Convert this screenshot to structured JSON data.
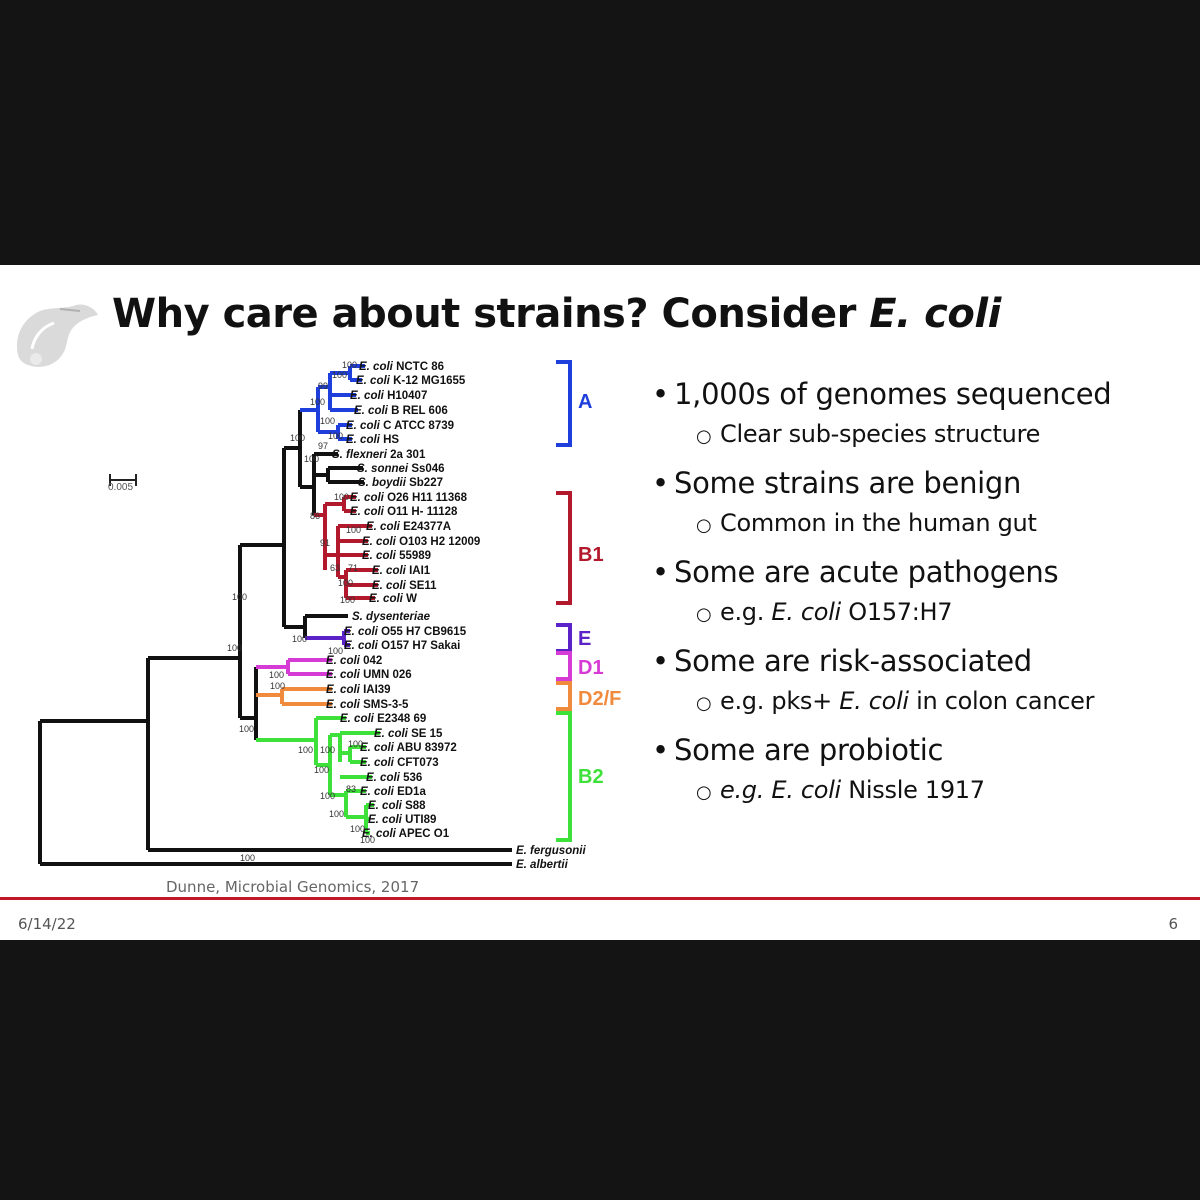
{
  "slide": {
    "title_main": "Why care about strains? Consider ",
    "title_italic": "E. coli",
    "citation": "Dunne, Microbial Genomics, 2017",
    "date": "6/14/22",
    "page_number": "6"
  },
  "bullets": {
    "b1": "1,000s of genomes sequenced",
    "b1_sub": "Clear sub-species structure",
    "b2": "Some strains are benign",
    "b2_sub": "Common in the human gut",
    "b3": "Some are acute pathogens",
    "b3_sub_pre": "e.g. ",
    "b3_sub_it": "E. coli",
    "b3_sub_post": " O157:H7",
    "b4": "Some are risk-associated",
    "b4_sub_pre": "e.g. pks+ ",
    "b4_sub_it": "E. coli",
    "b4_sub_post": " in colon cancer",
    "b5": "Some are probiotic",
    "b5_sub_it": "e.g. E. coli",
    "b5_sub_post": " Nissle 1917"
  },
  "tree": {
    "scale_label": "0.005",
    "colors": {
      "A": "#1f3fdc",
      "B1": "#b3192d",
      "E": "#5b22c8",
      "D1": "#d63bd6",
      "D2F": "#f08a3c",
      "B2": "#3ee03a",
      "black": "#111111"
    },
    "groups": [
      {
        "name": "A",
        "color": "A"
      },
      {
        "name": "B1",
        "color": "B1"
      },
      {
        "name": "E",
        "color": "E"
      },
      {
        "name": "D1",
        "color": "D1"
      },
      {
        "name": "D2/F",
        "color": "D2F"
      },
      {
        "name": "B2",
        "color": "B2"
      }
    ],
    "leaves": [
      {
        "it": "E. coli",
        "rest": " NCTC 86"
      },
      {
        "it": "E. coli",
        "rest": " K-12 MG1655"
      },
      {
        "it": "E. coli",
        "rest": " H10407"
      },
      {
        "it": "E. coli",
        "rest": " B REL 606"
      },
      {
        "it": "E. coli",
        "rest": " C ATCC 8739"
      },
      {
        "it": "E. coli",
        "rest": " HS"
      },
      {
        "it": "S. flexneri",
        "rest": " 2a 301"
      },
      {
        "it": "S. sonnei",
        "rest": " Ss046"
      },
      {
        "it": "S. boydii",
        "rest": " Sb227"
      },
      {
        "it": "E. coli",
        "rest": " O26 H11 11368"
      },
      {
        "it": "E. coli",
        "rest": " O11 H- 11128"
      },
      {
        "it": "E. coli",
        "rest": " E24377A"
      },
      {
        "it": "E. coli",
        "rest": " O103 H2 12009"
      },
      {
        "it": "E. coli",
        "rest": " 55989"
      },
      {
        "it": "E. coli",
        "rest": " IAI1"
      },
      {
        "it": "E. coli",
        "rest": " SE11"
      },
      {
        "it": "E. coli",
        "rest": " W"
      },
      {
        "it": "S. dysenteriae",
        "rest": ""
      },
      {
        "it": "E. coli",
        "rest": " O55 H7 CB9615"
      },
      {
        "it": "E. coli",
        "rest": " O157 H7 Sakai"
      },
      {
        "it": "E. coli",
        "rest": " 042"
      },
      {
        "it": "E. coli",
        "rest": " UMN 026"
      },
      {
        "it": "E. coli",
        "rest": " IAI39"
      },
      {
        "it": "E. coli",
        "rest": " SMS-3-5"
      },
      {
        "it": "E. coli",
        "rest": " E2348 69"
      },
      {
        "it": "E. coli",
        "rest": " SE 15"
      },
      {
        "it": "E. coli",
        "rest": " ABU 83972"
      },
      {
        "it": "E. coli",
        "rest": " CFT073"
      },
      {
        "it": "E. coli",
        "rest": " 536"
      },
      {
        "it": "E. coli",
        "rest": " ED1a"
      },
      {
        "it": "E. coli",
        "rest": " S88"
      },
      {
        "it": "E. coli",
        "rest": " UTI89"
      },
      {
        "it": "E. coli",
        "rest": " APEC O1"
      },
      {
        "it": "E. fergusonii",
        "rest": ""
      },
      {
        "it": "E. albertii",
        "rest": ""
      }
    ],
    "bootstrap": [
      "100",
      "100",
      "99",
      "100",
      "100",
      "100",
      "100",
      "97",
      "100",
      "100",
      "86",
      "100",
      "91",
      "71",
      "63",
      "100",
      "100",
      "100",
      "100",
      "100",
      "100",
      "100",
      "100",
      "100",
      "100",
      "100",
      "100",
      "100",
      "100",
      "83",
      "100",
      "100",
      "100",
      "100"
    ]
  }
}
